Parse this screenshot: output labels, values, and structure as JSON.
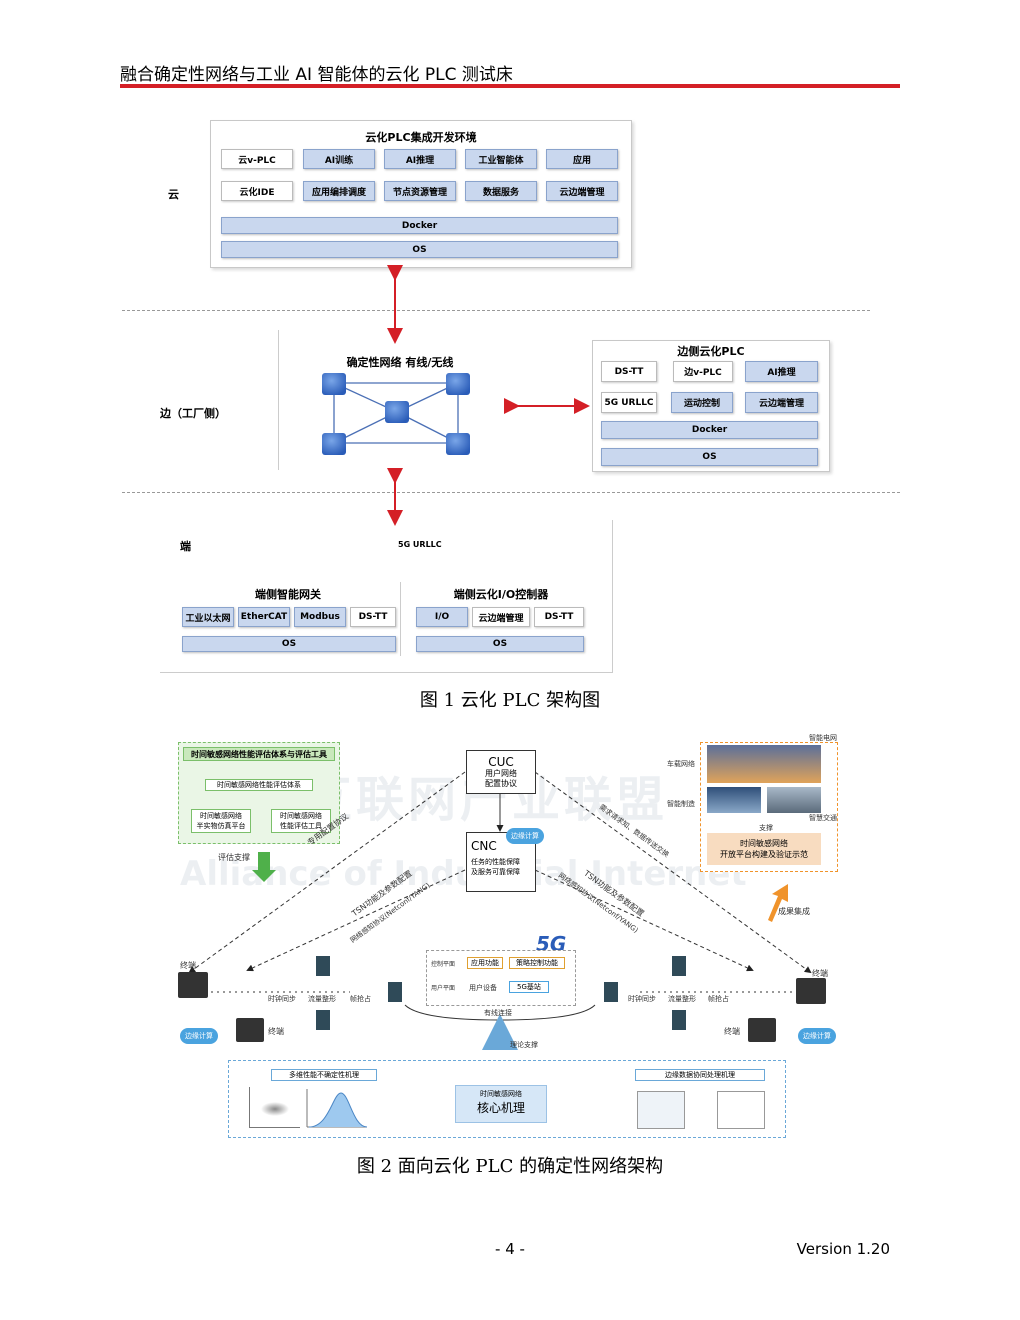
{
  "header": {
    "title": "融合确定性网络与工业 AI 智能体的云化 PLC 测试床"
  },
  "fig1": {
    "cloud_label": "云",
    "edge_label": "边（工厂侧）",
    "end_label": "端",
    "cloud_panel": {
      "title": "云化PLC集成开发环境",
      "row1": [
        "云v-PLC",
        "AI训练",
        "AI推理",
        "工业智能体",
        "应用"
      ],
      "row2": [
        "云化IDE",
        "应用编排调度",
        "节点资源管理",
        "数据服务",
        "云边端管理"
      ],
      "docker": "Docker",
      "os": "OS"
    },
    "network": {
      "title": "确定性网络 有线/无线"
    },
    "edge_panel": {
      "title": "边侧云化PLC",
      "row1": [
        "DS-TT",
        "边v-PLC",
        "AI推理"
      ],
      "row2": [
        "5G URLLC",
        "运动控制",
        "云边端管理"
      ],
      "docker": "Docker",
      "os": "OS"
    },
    "end_panel": {
      "urllc": "5G URLLC",
      "gateway": {
        "title": "端侧智能网关",
        "items": [
          "工业以太网",
          "EtherCAT",
          "Modbus",
          "DS-TT"
        ],
        "os": "OS"
      },
      "io": {
        "title": "端侧云化I/O控制器",
        "items": [
          "I/O",
          "云边端管理",
          "DS-TT"
        ],
        "os": "OS"
      }
    },
    "caption": "图 1  云化 PLC 架构图"
  },
  "fig2": {
    "watermark1": "工业互联网产业联盟",
    "watermark2": "Alliance of Industrial Internet",
    "eval_box": {
      "title": "时间敏感网络性能评估体系与评估工具",
      "sub": "时间敏感网络性能评估体系",
      "left": "时间敏感网络\n半实物仿真平台",
      "right": "时间敏感网络\n性能评估工具"
    },
    "eval_support": "评估支撑",
    "cuc": {
      "title": "CUC",
      "body": "用户网络\n配置协议"
    },
    "cnc": {
      "title": "CNC",
      "body": "任务的性能保障\n及服务可靠保障",
      "badge": "边缘计算"
    },
    "diag_left1": "专用配置协议",
    "diag_left2": "TSN功能及参数配置",
    "diag_left3": "网络感知协议(Netconf/YANG)",
    "diag_right1": "需求请求知、数据传送交换",
    "diag_right2": "TSN功能及参数配置",
    "diag_right3": "网络感知协议(Netconf/YANG)",
    "scenario": {
      "labels": [
        "智能电网",
        "智慧交通",
        "智能制造",
        "车载网络"
      ],
      "support": "支撑",
      "title": "时间敏感网络\n开放平台构建及验证示范",
      "result": "成果集成"
    },
    "terminal": "终端",
    "edge_compute": "边缘计算",
    "sync": "时钟同步",
    "shaping": "流量整形",
    "preempt": "帧抢占",
    "fiveg": "5G",
    "center": {
      "row1_label": "控制平面",
      "row1": [
        "应用功能",
        "策略控制功能"
      ],
      "row2_label": "用户平面",
      "row2": [
        "用户设备",
        "5G基站"
      ]
    },
    "wired": "有线连接",
    "theory": "理论支撑",
    "bottom": {
      "left": "多维性能不确定性机理",
      "core_small": "时间敏感网络",
      "core": "核心机理",
      "right": "边缘数据协同处理机理"
    },
    "caption": "图 2 面向云化 PLC 的确定性网络架构"
  },
  "footer": {
    "page": "- 4 -",
    "version": "Version 1.20"
  }
}
